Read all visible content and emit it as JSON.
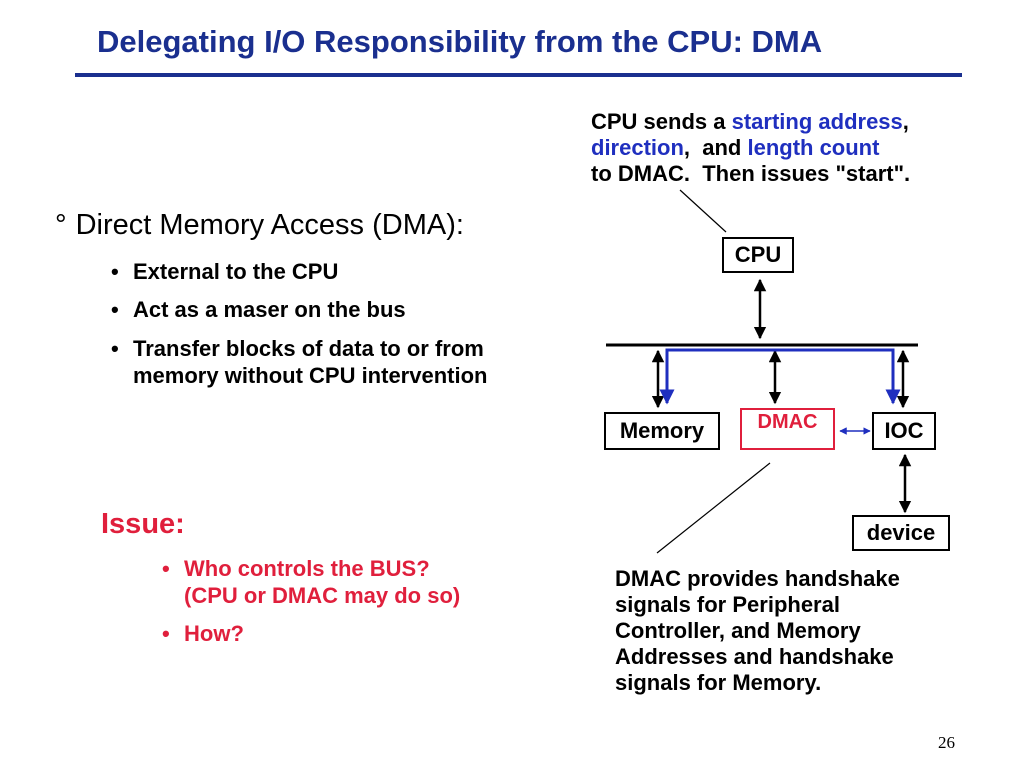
{
  "slide": {
    "title": "Delegating I/O Responsibility from the CPU: DMA",
    "page_number": "26"
  },
  "main": {
    "heading_marker": "°",
    "heading": "Direct Memory Access (DMA):",
    "bullets": [
      {
        "marker": "•",
        "lines": [
          "External to the CPU"
        ]
      },
      {
        "marker": "•",
        "lines": [
          "Act as a maser on the bus"
        ]
      },
      {
        "marker": "•",
        "lines": [
          "Transfer blocks of data to or from",
          "memory without CPU intervention"
        ]
      }
    ]
  },
  "issue": {
    "label": "Issue:",
    "bullets": [
      {
        "marker": "•",
        "lines": [
          "Who controls the BUS?",
          "(CPU or DMAC may do so)"
        ]
      },
      {
        "marker": "•",
        "lines": [
          "How?"
        ]
      }
    ]
  },
  "cpu_note": {
    "line1_a": "CPU sends a ",
    "line1_b": "starting address",
    "line1_c": ",",
    "line2_a": "direction",
    "line2_b": ",  and ",
    "line2_c": "length count",
    "line3": "to DMAC.  Then issues \"start\"."
  },
  "dmac_note": {
    "lines": [
      "DMAC provides handshake",
      "signals for Peripheral",
      "Controller, and Memory",
      "Addresses and handshake",
      "signals for Memory."
    ]
  },
  "diagram": {
    "cpu": "CPU",
    "memory": "Memory",
    "dmac": "DMAC",
    "ioc": "IOC",
    "device": "device"
  },
  "colors": {
    "title": "#1a2f8f",
    "highlight_blue": "#1f2fbf",
    "red": "#e01f3c",
    "dma_path": "#1f2fbf"
  }
}
